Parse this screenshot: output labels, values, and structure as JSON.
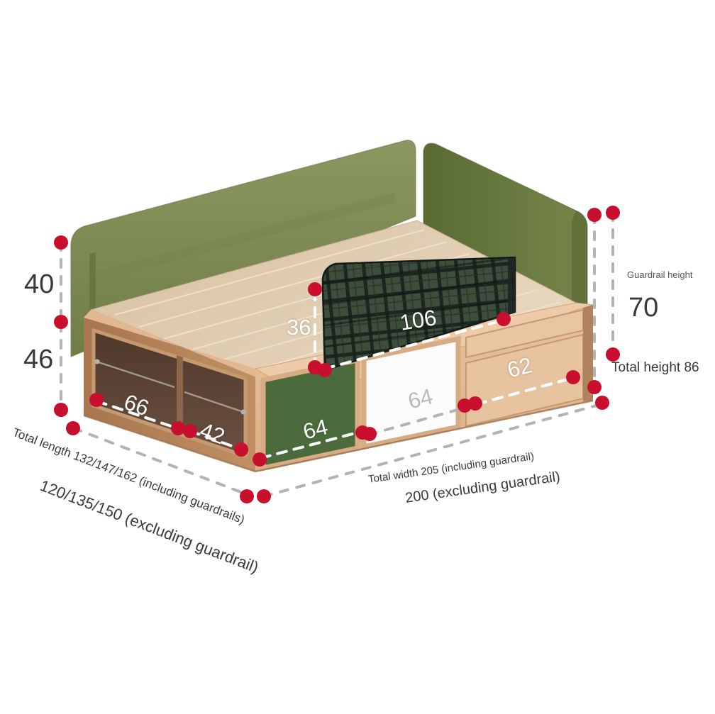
{
  "diagram": {
    "title": "Storage bed with guardrails - dimension diagram",
    "unit": "cm",
    "background": "#ffffff"
  },
  "colors": {
    "marker_red": "#c8102e",
    "dash_grey": "#b3b3b3",
    "dash_white": "#ffffff",
    "headboard_green": "#7d8a52",
    "guardrail_green": "#6f7f46",
    "plaid_base": "#3d4e3a",
    "plaid_line": "#161f1c",
    "wood_light": "#e6bd96",
    "wood_mid": "#d9a97f",
    "wood_dark": "#b5825c",
    "cavity_brown": "#5d4334",
    "slat_beige": "#ddc7ab",
    "panel_white": "#fbfbfb",
    "panel_green": "#4c6b3c",
    "text_dark": "#3a3a3a",
    "text_white": "#ffffff",
    "text_grey": "#b9bdb8"
  },
  "labels": {
    "headboard_height": "40",
    "base_height": "46",
    "guardrail_height_caption": "Guardrail height",
    "guardrail_height_value": "70",
    "total_height": "Total height 86",
    "guardrail_panel_height": "36",
    "guardrail_panel_length": "106",
    "shelf_left_width": "66",
    "shelf_right_width": "42",
    "front_panel_green": "64",
    "front_panel_white": "64",
    "front_panel_wood": "62",
    "total_length": "Total length 132/147/162 (including guardrails)",
    "length_excluding": "120/135/150 (excluding guardrail)",
    "total_width": "Total width 205 (including guardrail)",
    "width_excluding": "200 (excluding guardrail)"
  },
  "measurements": [
    {
      "name": "headboard-height",
      "value": 40,
      "unit": "cm",
      "orientation": "vertical"
    },
    {
      "name": "base-height",
      "value": 46,
      "unit": "cm",
      "orientation": "vertical"
    },
    {
      "name": "guardrail-height",
      "value": 70,
      "unit": "cm",
      "orientation": "vertical"
    },
    {
      "name": "total-height",
      "value": 86,
      "unit": "cm",
      "orientation": "vertical"
    },
    {
      "name": "guardrail-panel-height",
      "value": 36,
      "unit": "cm",
      "orientation": "vertical"
    },
    {
      "name": "guardrail-panel-length",
      "value": 106,
      "unit": "cm",
      "orientation": "diagonal"
    },
    {
      "name": "shelf-left-width",
      "value": 66,
      "unit": "cm",
      "orientation": "diagonal"
    },
    {
      "name": "shelf-right-width",
      "value": 42,
      "unit": "cm",
      "orientation": "diagonal"
    },
    {
      "name": "front-panel-green-width",
      "value": 64,
      "unit": "cm",
      "orientation": "diagonal"
    },
    {
      "name": "front-panel-white-width",
      "value": 64,
      "unit": "cm",
      "orientation": "diagonal"
    },
    {
      "name": "front-panel-wood-width",
      "value": 62,
      "unit": "cm",
      "orientation": "diagonal"
    },
    {
      "name": "total-length-including-guardrails",
      "value": "132/147/162",
      "unit": "cm",
      "orientation": "diagonal"
    },
    {
      "name": "length-excluding-guardrail",
      "value": "120/135/150",
      "unit": "cm",
      "orientation": "diagonal"
    },
    {
      "name": "total-width-including-guardrail",
      "value": 205,
      "unit": "cm",
      "orientation": "diagonal"
    },
    {
      "name": "width-excluding-guardrail",
      "value": 200,
      "unit": "cm",
      "orientation": "diagonal"
    }
  ]
}
